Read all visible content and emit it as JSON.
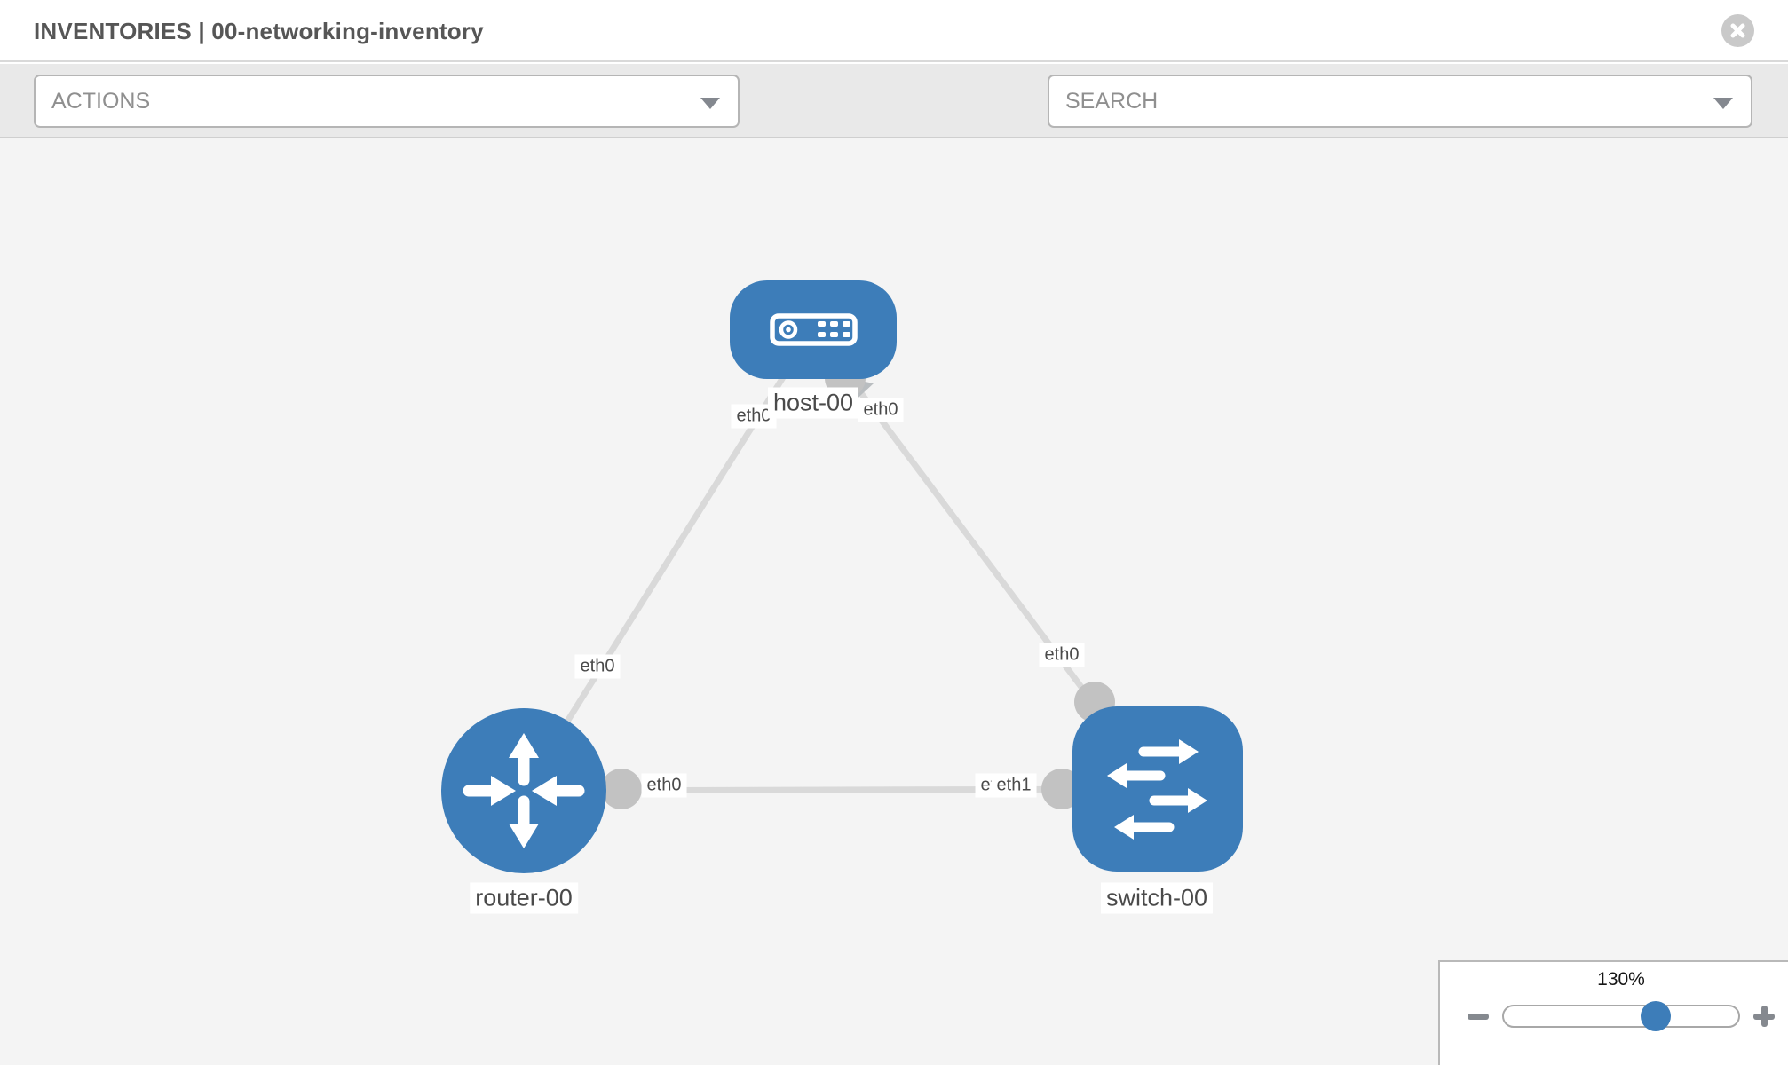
{
  "window": {
    "title": "INVENTORIES | 00-networking-inventory"
  },
  "toolbar": {
    "actions": {
      "placeholder": "ACTIONS"
    },
    "search": {
      "placeholder": "SEARCH"
    },
    "tools": [
      {
        "name": "wrench-icon"
      },
      {
        "name": "key-icon"
      }
    ]
  },
  "topology": {
    "nodes": [
      {
        "name": "host-00",
        "type": "host"
      },
      {
        "name": "router-00",
        "type": "router"
      },
      {
        "name": "switch-00",
        "type": "switch"
      }
    ],
    "links": [
      {
        "source": "host-00",
        "target": "router-00",
        "source_interface": "eth0",
        "target_interface": "eth0"
      },
      {
        "source": "host-00",
        "target": "switch-00",
        "source_interface": "eth0",
        "target_interface": "eth0"
      },
      {
        "source": "router-00",
        "target": "switch-00",
        "source_interface": "eth0",
        "target_interface": "eth1",
        "target_interface_overlapped": "eth0"
      }
    ]
  },
  "zoom_panel": {
    "value": "130%"
  },
  "colors": {
    "node_blue": "#3d7db9",
    "link_gray": "#d9d9d9",
    "endpoint_gray": "#c2c2c2",
    "toolbar_bg": "#e9e9e9",
    "canvas_bg": "#f4f4f4",
    "title_text": "#565656",
    "placeholder_text": "#8f8f8f"
  }
}
